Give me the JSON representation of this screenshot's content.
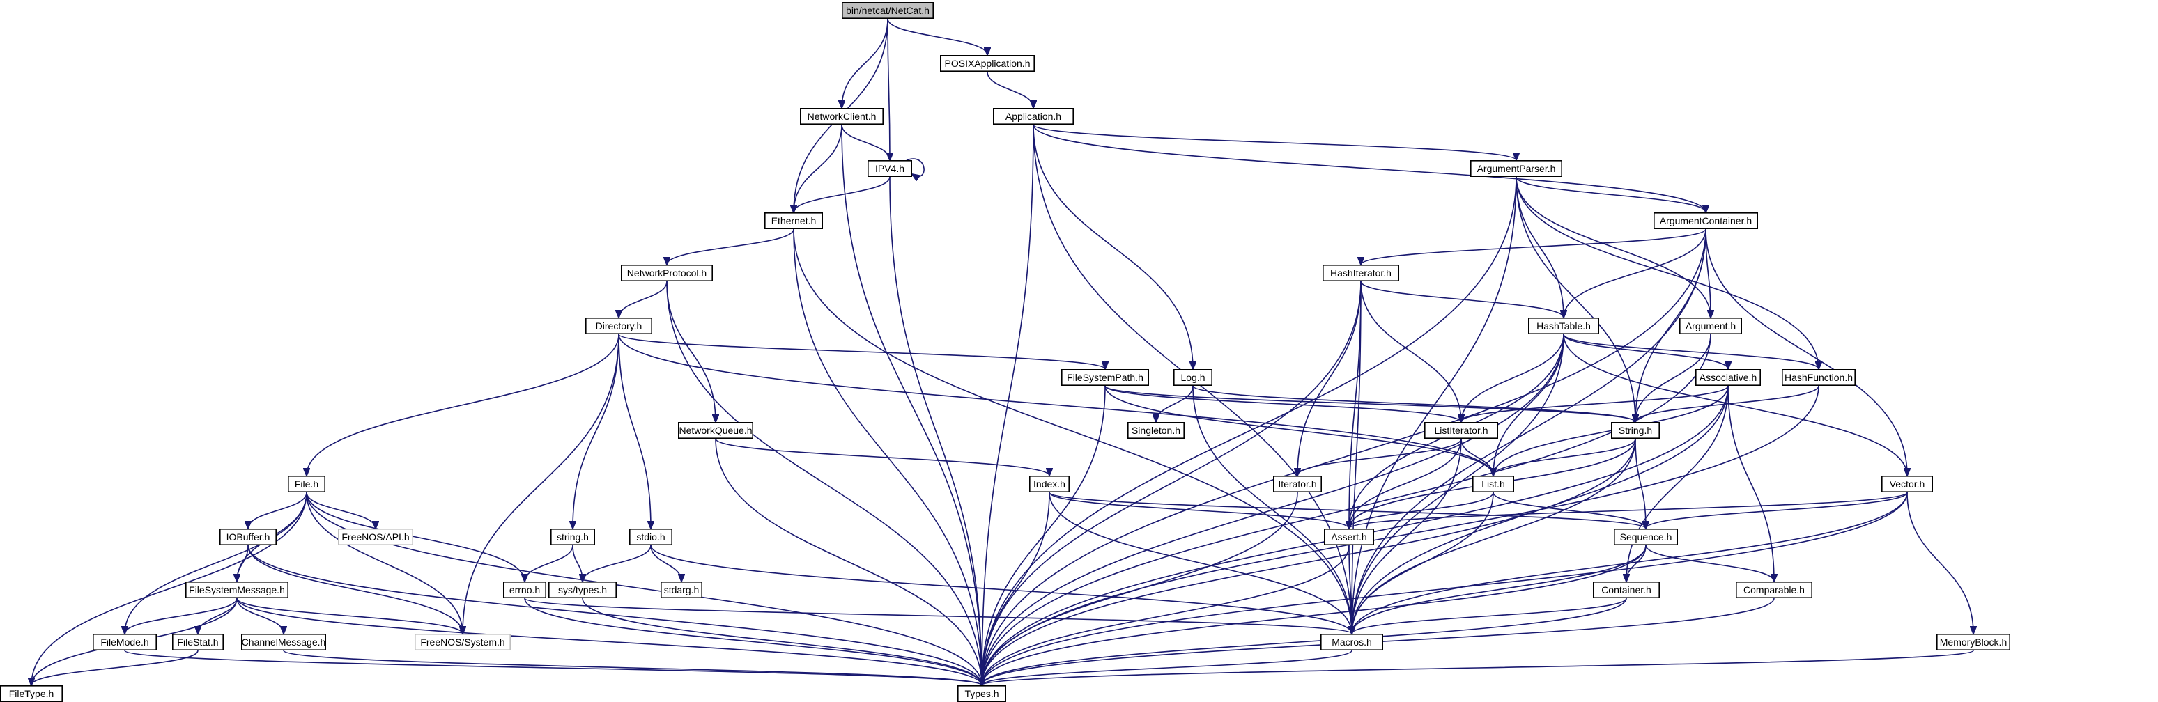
{
  "title": "bin/netcat/NetCat.h",
  "colors": {
    "edge": "#191970",
    "root_fill": "#bfbfbf",
    "external_border": "#bfbfbf"
  },
  "nodes": [
    {
      "id": "netcat",
      "label": "bin/netcat/NetCat.h",
      "kind": "root"
    },
    {
      "id": "posixapp",
      "label": "POSIXApplication.h"
    },
    {
      "id": "netclient",
      "label": "NetworkClient.h"
    },
    {
      "id": "application",
      "label": "Application.h"
    },
    {
      "id": "ipv4",
      "label": "IPV4.h"
    },
    {
      "id": "argparser",
      "label": "ArgumentParser.h"
    },
    {
      "id": "ethernet",
      "label": "Ethernet.h"
    },
    {
      "id": "argcontainer",
      "label": "ArgumentContainer.h"
    },
    {
      "id": "netproto",
      "label": "NetworkProtocol.h"
    },
    {
      "id": "hashiter",
      "label": "HashIterator.h"
    },
    {
      "id": "directory",
      "label": "Directory.h"
    },
    {
      "id": "hashtable",
      "label": "HashTable.h"
    },
    {
      "id": "argument",
      "label": "Argument.h"
    },
    {
      "id": "fspath",
      "label": "FileSystemPath.h"
    },
    {
      "id": "log",
      "label": "Log.h"
    },
    {
      "id": "associative",
      "label": "Associative.h"
    },
    {
      "id": "hashfunc",
      "label": "HashFunction.h"
    },
    {
      "id": "netqueue",
      "label": "NetworkQueue.h"
    },
    {
      "id": "singleton",
      "label": "Singleton.h"
    },
    {
      "id": "listiter",
      "label": "ListIterator.h"
    },
    {
      "id": "string",
      "label": "String.h"
    },
    {
      "id": "file",
      "label": "File.h"
    },
    {
      "id": "index",
      "label": "Index.h"
    },
    {
      "id": "iterator",
      "label": "Iterator.h"
    },
    {
      "id": "list",
      "label": "List.h"
    },
    {
      "id": "vector",
      "label": "Vector.h"
    },
    {
      "id": "ioBuffer",
      "label": "IOBuffer.h"
    },
    {
      "id": "freenosapi",
      "label": "FreeNOS/API.h",
      "kind": "external"
    },
    {
      "id": "stringh",
      "label": "string.h"
    },
    {
      "id": "stdioh",
      "label": "stdio.h"
    },
    {
      "id": "assert",
      "label": "Assert.h"
    },
    {
      "id": "sequence",
      "label": "Sequence.h"
    },
    {
      "id": "fsmessage",
      "label": "FileSystemMessage.h"
    },
    {
      "id": "errno",
      "label": "errno.h"
    },
    {
      "id": "systypes",
      "label": "sys/types.h"
    },
    {
      "id": "stdarg",
      "label": "stdarg.h"
    },
    {
      "id": "container",
      "label": "Container.h"
    },
    {
      "id": "comparable",
      "label": "Comparable.h"
    },
    {
      "id": "filemode",
      "label": "FileMode.h"
    },
    {
      "id": "filestat",
      "label": "FileStat.h"
    },
    {
      "id": "chanmsg",
      "label": "ChannelMessage.h"
    },
    {
      "id": "freenossys",
      "label": "FreeNOS/System.h",
      "kind": "external"
    },
    {
      "id": "macros",
      "label": "Macros.h"
    },
    {
      "id": "memblock",
      "label": "MemoryBlock.h"
    },
    {
      "id": "filetype",
      "label": "FileType.h"
    },
    {
      "id": "types",
      "label": "Types.h"
    }
  ],
  "edges": [
    [
      "netcat",
      "posixapp"
    ],
    [
      "netcat",
      "netclient"
    ],
    [
      "netcat",
      "ipv4"
    ],
    [
      "netcat",
      "ethernet"
    ],
    [
      "posixapp",
      "application"
    ],
    [
      "netclient",
      "ipv4"
    ],
    [
      "netclient",
      "ethernet"
    ],
    [
      "netclient",
      "types"
    ],
    [
      "ipv4",
      "ipv4"
    ],
    [
      "ipv4",
      "ethernet"
    ],
    [
      "ipv4",
      "types"
    ],
    [
      "application",
      "argparser"
    ],
    [
      "application",
      "argcontainer"
    ],
    [
      "application",
      "log"
    ],
    [
      "application",
      "types"
    ],
    [
      "application",
      "macros"
    ],
    [
      "argparser",
      "argcontainer"
    ],
    [
      "argparser",
      "argument"
    ],
    [
      "argparser",
      "hashtable"
    ],
    [
      "argparser",
      "string"
    ],
    [
      "argparser",
      "macros"
    ],
    [
      "argparser",
      "types"
    ],
    [
      "argparser",
      "hashfunc"
    ],
    [
      "ethernet",
      "netproto"
    ],
    [
      "ethernet",
      "types"
    ],
    [
      "ethernet",
      "macros"
    ],
    [
      "argcontainer",
      "hashiter"
    ],
    [
      "argcontainer",
      "hashtable"
    ],
    [
      "argcontainer",
      "argument"
    ],
    [
      "argcontainer",
      "vector"
    ],
    [
      "argcontainer",
      "string"
    ],
    [
      "argcontainer",
      "macros"
    ],
    [
      "argcontainer",
      "types"
    ],
    [
      "netproto",
      "directory"
    ],
    [
      "netproto",
      "netqueue"
    ],
    [
      "netproto",
      "types"
    ],
    [
      "hashiter",
      "hashtable"
    ],
    [
      "hashiter",
      "listiter"
    ],
    [
      "hashiter",
      "iterator"
    ],
    [
      "hashiter",
      "assert"
    ],
    [
      "hashiter",
      "macros"
    ],
    [
      "hashiter",
      "types"
    ],
    [
      "directory",
      "file"
    ],
    [
      "directory",
      "fspath"
    ],
    [
      "directory",
      "stringh"
    ],
    [
      "directory",
      "stdioh"
    ],
    [
      "directory",
      "list"
    ],
    [
      "directory",
      "freenossys"
    ],
    [
      "hashtable",
      "associative"
    ],
    [
      "hashtable",
      "hashfunc"
    ],
    [
      "hashtable",
      "listiter"
    ],
    [
      "hashtable",
      "list"
    ],
    [
      "hashtable",
      "vector"
    ],
    [
      "hashtable",
      "assert"
    ],
    [
      "hashtable",
      "macros"
    ],
    [
      "hashtable",
      "types"
    ],
    [
      "argument",
      "string"
    ],
    [
      "argument",
      "types"
    ],
    [
      "fspath",
      "string"
    ],
    [
      "fspath",
      "listiter"
    ],
    [
      "fspath",
      "list"
    ],
    [
      "fspath",
      "types"
    ],
    [
      "log",
      "singleton"
    ],
    [
      "log",
      "string"
    ],
    [
      "log",
      "macros"
    ],
    [
      "associative",
      "listiter"
    ],
    [
      "associative",
      "list"
    ],
    [
      "associative",
      "container"
    ],
    [
      "associative",
      "comparable"
    ],
    [
      "associative",
      "macros"
    ],
    [
      "associative",
      "types"
    ],
    [
      "hashfunc",
      "string"
    ],
    [
      "hashfunc",
      "types"
    ],
    [
      "netqueue",
      "index"
    ],
    [
      "netqueue",
      "types"
    ],
    [
      "listiter",
      "list"
    ],
    [
      "listiter",
      "iterator"
    ],
    [
      "listiter",
      "assert"
    ],
    [
      "listiter",
      "macros"
    ],
    [
      "string",
      "list"
    ],
    [
      "string",
      "sequence"
    ],
    [
      "string",
      "assert"
    ],
    [
      "string",
      "macros"
    ],
    [
      "string",
      "types"
    ],
    [
      "file",
      "ioBuffer"
    ],
    [
      "file",
      "fsmessage"
    ],
    [
      "file",
      "freenosapi"
    ],
    [
      "file",
      "errno"
    ],
    [
      "file",
      "freenossys"
    ],
    [
      "file",
      "filemode"
    ],
    [
      "file",
      "filetype"
    ],
    [
      "file",
      "types"
    ],
    [
      "index",
      "assert"
    ],
    [
      "index",
      "sequence"
    ],
    [
      "index",
      "macros"
    ],
    [
      "index",
      "types"
    ],
    [
      "iterator",
      "types"
    ],
    [
      "list",
      "sequence"
    ],
    [
      "list",
      "assert"
    ],
    [
      "list",
      "macros"
    ],
    [
      "vector",
      "sequence"
    ],
    [
      "vector",
      "assert"
    ],
    [
      "vector",
      "memblock"
    ],
    [
      "vector",
      "macros"
    ],
    [
      "vector",
      "types"
    ],
    [
      "ioBuffer",
      "fsmessage"
    ],
    [
      "ioBuffer",
      "freenossys"
    ],
    [
      "ioBuffer",
      "types"
    ],
    [
      "stringh",
      "errno"
    ],
    [
      "stringh",
      "systypes"
    ],
    [
      "stdioh",
      "systypes"
    ],
    [
      "stdioh",
      "stdarg"
    ],
    [
      "stdioh",
      "macros"
    ],
    [
      "assert",
      "macros"
    ],
    [
      "assert",
      "types"
    ],
    [
      "sequence",
      "container"
    ],
    [
      "sequence",
      "comparable"
    ],
    [
      "sequence",
      "macros"
    ],
    [
      "sequence",
      "types"
    ],
    [
      "fsmessage",
      "filemode"
    ],
    [
      "fsmessage",
      "filestat"
    ],
    [
      "fsmessage",
      "chanmsg"
    ],
    [
      "fsmessage",
      "freenossys"
    ],
    [
      "fsmessage",
      "filetype"
    ],
    [
      "fsmessage",
      "types"
    ],
    [
      "errno",
      "macros"
    ],
    [
      "errno",
      "types"
    ],
    [
      "systypes",
      "types"
    ],
    [
      "container",
      "macros"
    ],
    [
      "container",
      "types"
    ],
    [
      "comparable",
      "types"
    ],
    [
      "filemode",
      "types"
    ],
    [
      "filestat",
      "filetype"
    ],
    [
      "chanmsg",
      "types"
    ],
    [
      "macros",
      "types"
    ],
    [
      "memblock",
      "types"
    ]
  ]
}
